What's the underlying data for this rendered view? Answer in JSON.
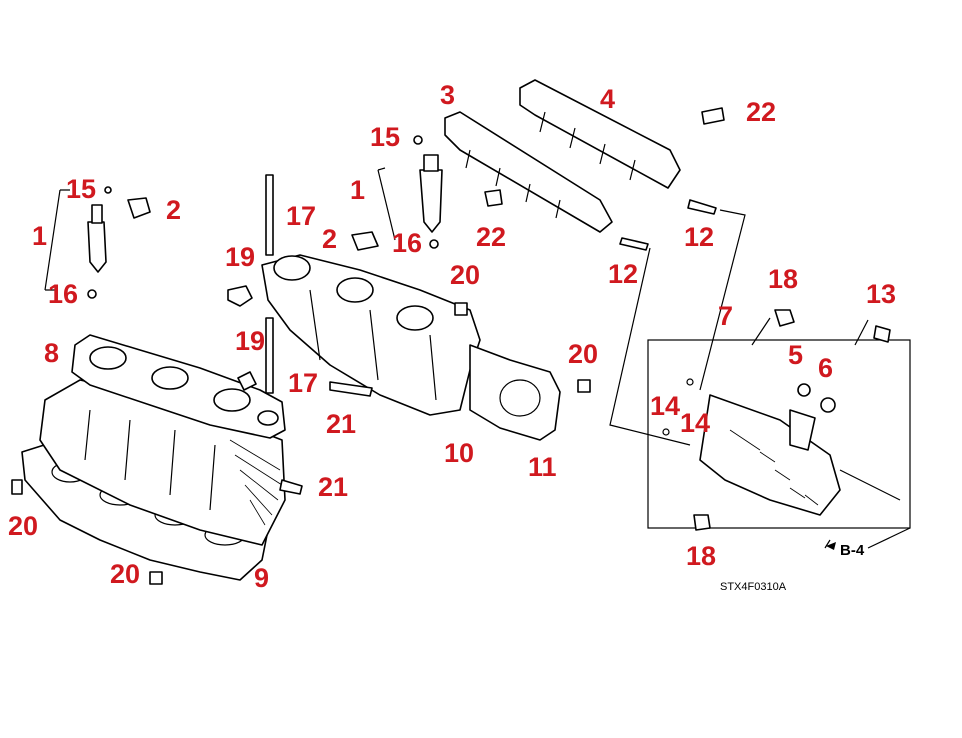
{
  "diagram": {
    "callout_color": "#d0191f",
    "line_color": "#000000",
    "callouts": [
      {
        "id": "c15a",
        "text": "15"
      },
      {
        "id": "c2a",
        "text": "2"
      },
      {
        "id": "c1a",
        "text": "1"
      },
      {
        "id": "c16a",
        "text": "16"
      },
      {
        "id": "c8",
        "text": "8"
      },
      {
        "id": "c20a",
        "text": "20"
      },
      {
        "id": "c20b",
        "text": "20"
      },
      {
        "id": "c9",
        "text": "9"
      },
      {
        "id": "c21a",
        "text": "21"
      },
      {
        "id": "c17a",
        "text": "17"
      },
      {
        "id": "c19a",
        "text": "19"
      },
      {
        "id": "c19b",
        "text": "19"
      },
      {
        "id": "c17b",
        "text": "17"
      },
      {
        "id": "c21b",
        "text": "21"
      },
      {
        "id": "c10",
        "text": "10"
      },
      {
        "id": "c11",
        "text": "11"
      },
      {
        "id": "c20c",
        "text": "20"
      },
      {
        "id": "c15b",
        "text": "15"
      },
      {
        "id": "c1b",
        "text": "1"
      },
      {
        "id": "c2b",
        "text": "2"
      },
      {
        "id": "c16b",
        "text": "16"
      },
      {
        "id": "c20d",
        "text": "20"
      },
      {
        "id": "c3",
        "text": "3"
      },
      {
        "id": "c4",
        "text": "4"
      },
      {
        "id": "c22a",
        "text": "22"
      },
      {
        "id": "c22b",
        "text": "22"
      },
      {
        "id": "c12a",
        "text": "12"
      },
      {
        "id": "c12b",
        "text": "12"
      },
      {
        "id": "c7",
        "text": "7"
      },
      {
        "id": "c18a",
        "text": "18"
      },
      {
        "id": "c13",
        "text": "13"
      },
      {
        "id": "c5",
        "text": "5"
      },
      {
        "id": "c6",
        "text": "6"
      },
      {
        "id": "c14a",
        "text": "14"
      },
      {
        "id": "c14b",
        "text": "14"
      },
      {
        "id": "c18b",
        "text": "18"
      }
    ],
    "reference": "B-4",
    "figure_code": "STX4F0310A"
  }
}
